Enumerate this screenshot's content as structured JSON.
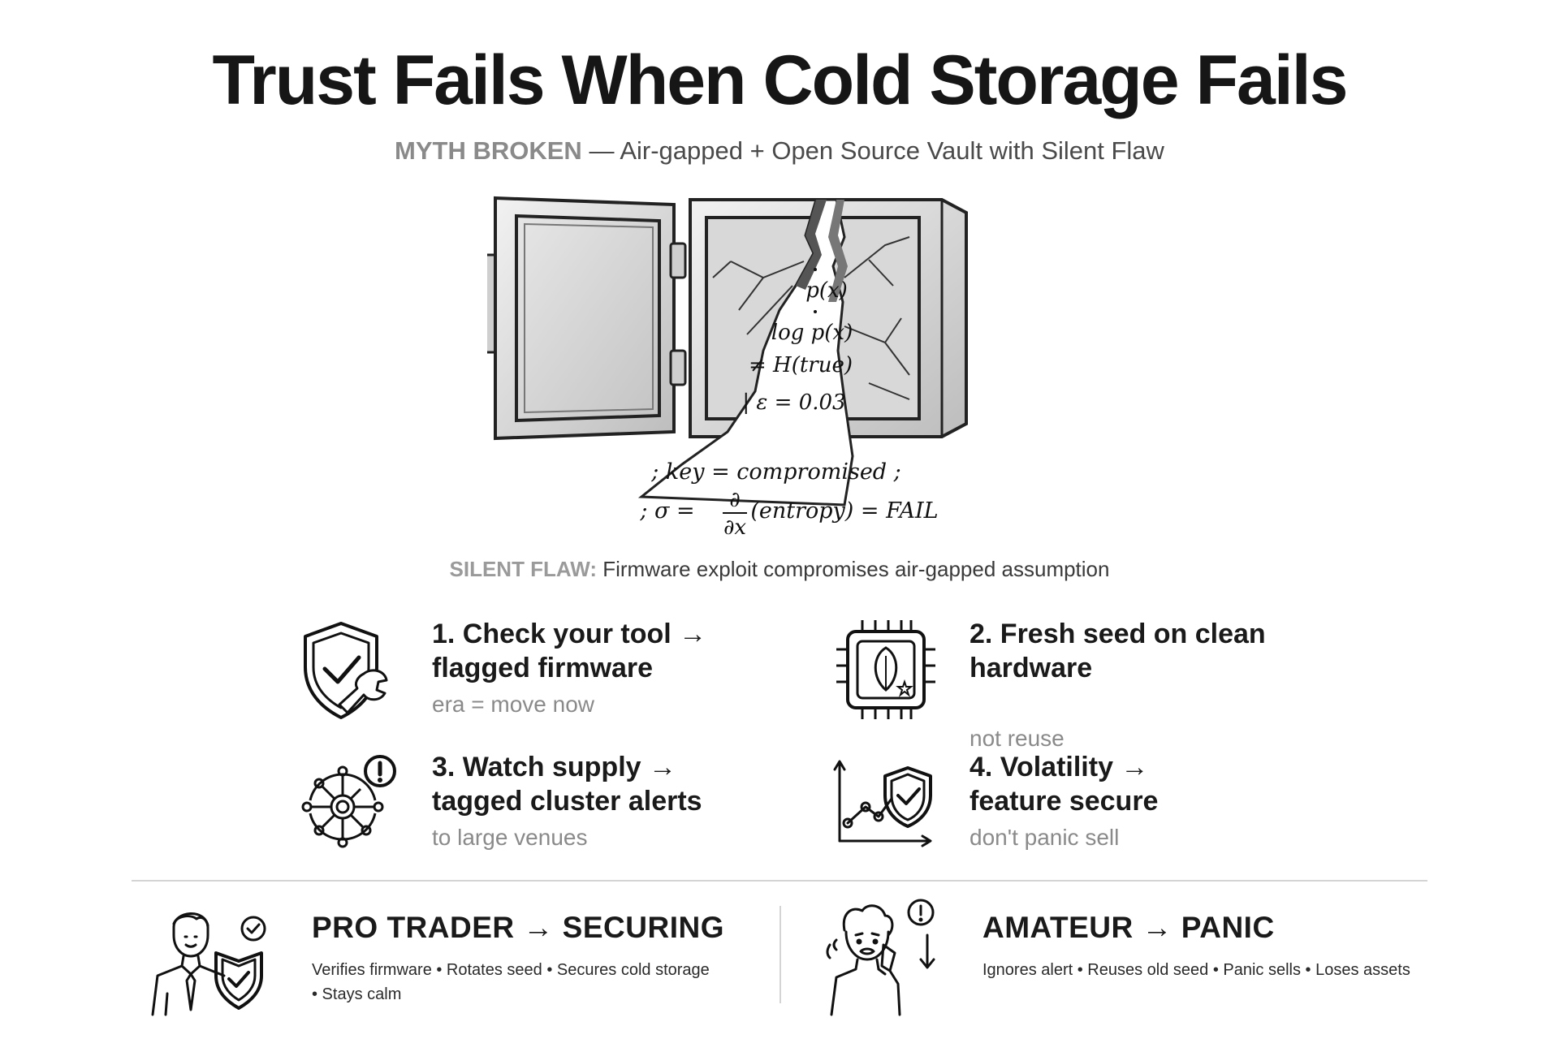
{
  "title": "Trust Fails When Cold Storage Fails",
  "subtitle": {
    "tag": "MYTH BROKEN",
    "text": " — Air-gapped + Open Source Vault with Silent Flaw"
  },
  "formulas": {
    "f1": "p(x)",
    "f2": "log p(x)",
    "f3": "≠ H(true)",
    "f4": "| ε = 0.03",
    "f5": "; key = compromised ;",
    "f6_left": "; σ =",
    "f6_num": "∂",
    "f6_den": "∂x",
    "f6_right": "(entropy) = FAIL"
  },
  "flaw": {
    "tag": "SILENT FLAW:",
    "text": " Firmware exploit compromises air-gapped assumption"
  },
  "steps": [
    {
      "line1": "1. Check your tool →",
      "line2": "flagged firmware",
      "sub": "era = move now",
      "icon": "shield-wrench-icon"
    },
    {
      "line1": "2. Fresh seed on clean hardware",
      "line2": "",
      "sub": "not reuse",
      "icon": "chip-leaf-icon"
    },
    {
      "line1": "3. Watch supply →",
      "line2": "tagged cluster alerts",
      "sub": "to large venues",
      "icon": "network-alert-icon"
    },
    {
      "line1": "4. Volatility →",
      "line2": "feature secure",
      "sub": "don't panic sell",
      "icon": "chart-shield-icon"
    }
  ],
  "personas": {
    "pro": {
      "title": "PRO TRADER → SECURING",
      "line1": "Verifies firmware • Rotates seed • Secures cold storage",
      "line2": "• Stays calm",
      "icon": "businessman-shield-icon"
    },
    "amateur": {
      "title": "AMATEUR → PANIC",
      "line1": "Ignores alert • Reuses old seed • Panic sells • Loses assets",
      "icon": "worried-person-phone-icon"
    }
  },
  "colors": {
    "ink": "#1a1a1a",
    "muted": "#8a8a8a",
    "vault_light": "#e4e4e4",
    "vault_dark": "#a8a8a8"
  }
}
